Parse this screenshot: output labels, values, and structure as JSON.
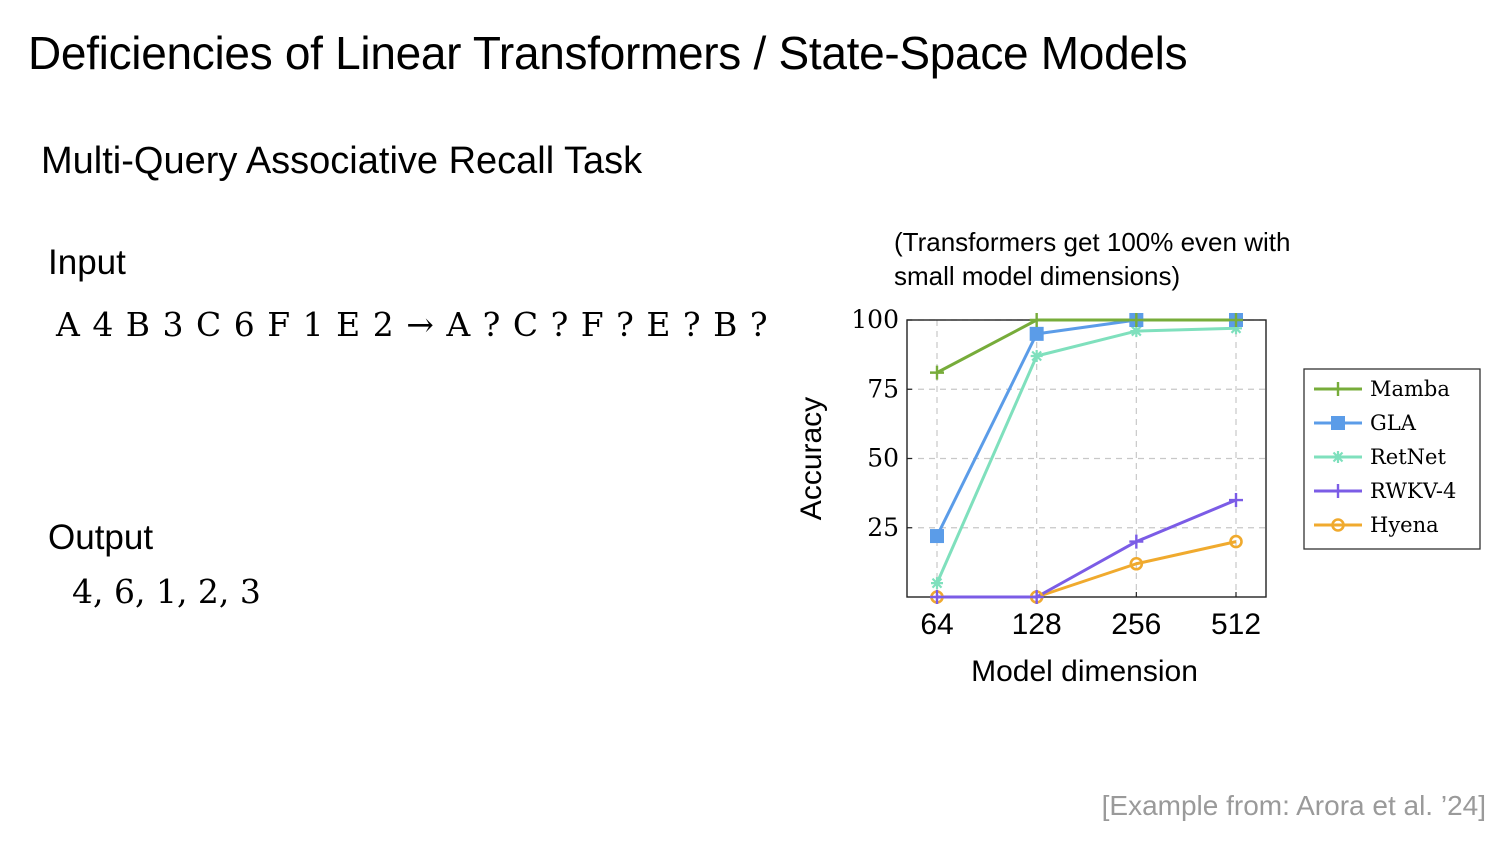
{
  "slide": {
    "title": "Deficiencies of Linear Transformers / State-Space Models",
    "subtitle": "Multi-Query Associative Recall Task",
    "input_label": "Input",
    "input_sequence": "A 4 B 3 C 6 F 1 E 2 → A ? C ? F ? E ? B ?",
    "output_label": "Output",
    "output_sequence": "4, 6, 1, 2, 3",
    "note": "(Transformers get 100% even with small model dimensions)",
    "citation": "[Example from: Arora et al. ’24]"
  },
  "chart_data": {
    "type": "line",
    "categories": [
      "64",
      "128",
      "256",
      "512"
    ],
    "xlabel": "Model dimension",
    "ylabel": "Accuracy",
    "ylim": [
      0,
      100
    ],
    "yticks": [
      25,
      50,
      75,
      100
    ],
    "grid": true,
    "legend_position": "right",
    "series": [
      {
        "name": "Mamba",
        "values": [
          81,
          100,
          100,
          100
        ],
        "color": "#77ac3a",
        "marker": "plus"
      },
      {
        "name": "GLA",
        "values": [
          22,
          95,
          100,
          100
        ],
        "color": "#5b9ce8",
        "marker": "square"
      },
      {
        "name": "RetNet",
        "values": [
          5,
          87,
          96,
          97
        ],
        "color": "#7fe0bd",
        "marker": "star"
      },
      {
        "name": "RWKV-4",
        "values": [
          0,
          0,
          20,
          35
        ],
        "color": "#7b5ce6",
        "marker": "plus"
      },
      {
        "name": "Hyena",
        "values": [
          0,
          0,
          12,
          20
        ],
        "color": "#f0aa2e",
        "marker": "circle"
      }
    ]
  }
}
